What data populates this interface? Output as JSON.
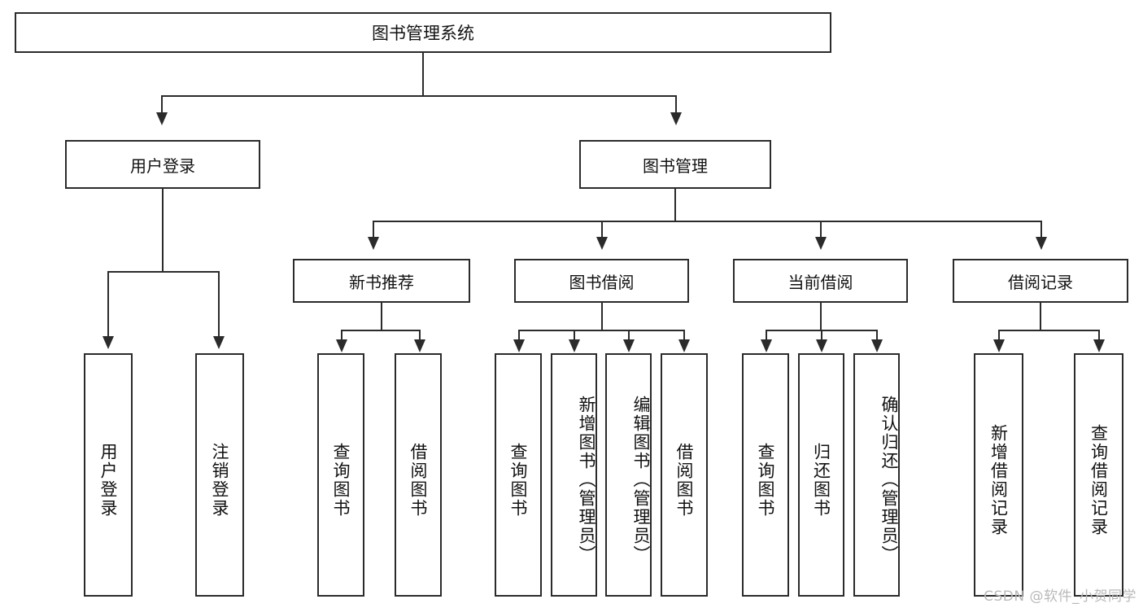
{
  "diagram": {
    "type": "tree-hierarchy",
    "title": "图书管理系统",
    "watermark": "CSDN @软件_小贺同学",
    "colors": {
      "stroke": "#2b2b2b",
      "fill": "#ffffff",
      "text": "#111111",
      "watermark": "#b9b9b9"
    },
    "nodes": {
      "root": {
        "label": "图书管理系统"
      },
      "level2": [
        {
          "id": "user-login",
          "label": "用户登录"
        },
        {
          "id": "book-management",
          "label": "图书管理"
        }
      ],
      "level3": [
        {
          "id": "new-book-recommend",
          "label": "新书推荐"
        },
        {
          "id": "book-borrow",
          "label": "图书借阅"
        },
        {
          "id": "current-borrow",
          "label": "当前借阅"
        },
        {
          "id": "borrow-record",
          "label": "借阅记录"
        }
      ],
      "leaves": {
        "user-login": [
          {
            "id": "leaf-user-login",
            "label": "用户登录"
          },
          {
            "id": "leaf-logout",
            "label": "注销登录"
          }
        ],
        "new-book-recommend": [
          {
            "id": "leaf-query-book-1",
            "label": "查询图书"
          },
          {
            "id": "leaf-borrow-book-1",
            "label": "借阅图书"
          }
        ],
        "book-borrow": [
          {
            "id": "leaf-query-book-2",
            "label": "查询图书"
          },
          {
            "id": "leaf-add-book",
            "label": "新增图书（管理员）"
          },
          {
            "id": "leaf-edit-book",
            "label": "编辑图书（管理员）"
          },
          {
            "id": "leaf-borrow-book-2",
            "label": "借阅图书"
          }
        ],
        "current-borrow": [
          {
            "id": "leaf-query-book-3",
            "label": "查询图书"
          },
          {
            "id": "leaf-return-book",
            "label": "归还图书"
          },
          {
            "id": "leaf-confirm-return",
            "label": "确认归还（管理员）"
          }
        ],
        "borrow-record": [
          {
            "id": "leaf-add-record",
            "label": "新增借阅记录"
          },
          {
            "id": "leaf-query-record",
            "label": "查询借阅记录"
          }
        ]
      }
    }
  }
}
